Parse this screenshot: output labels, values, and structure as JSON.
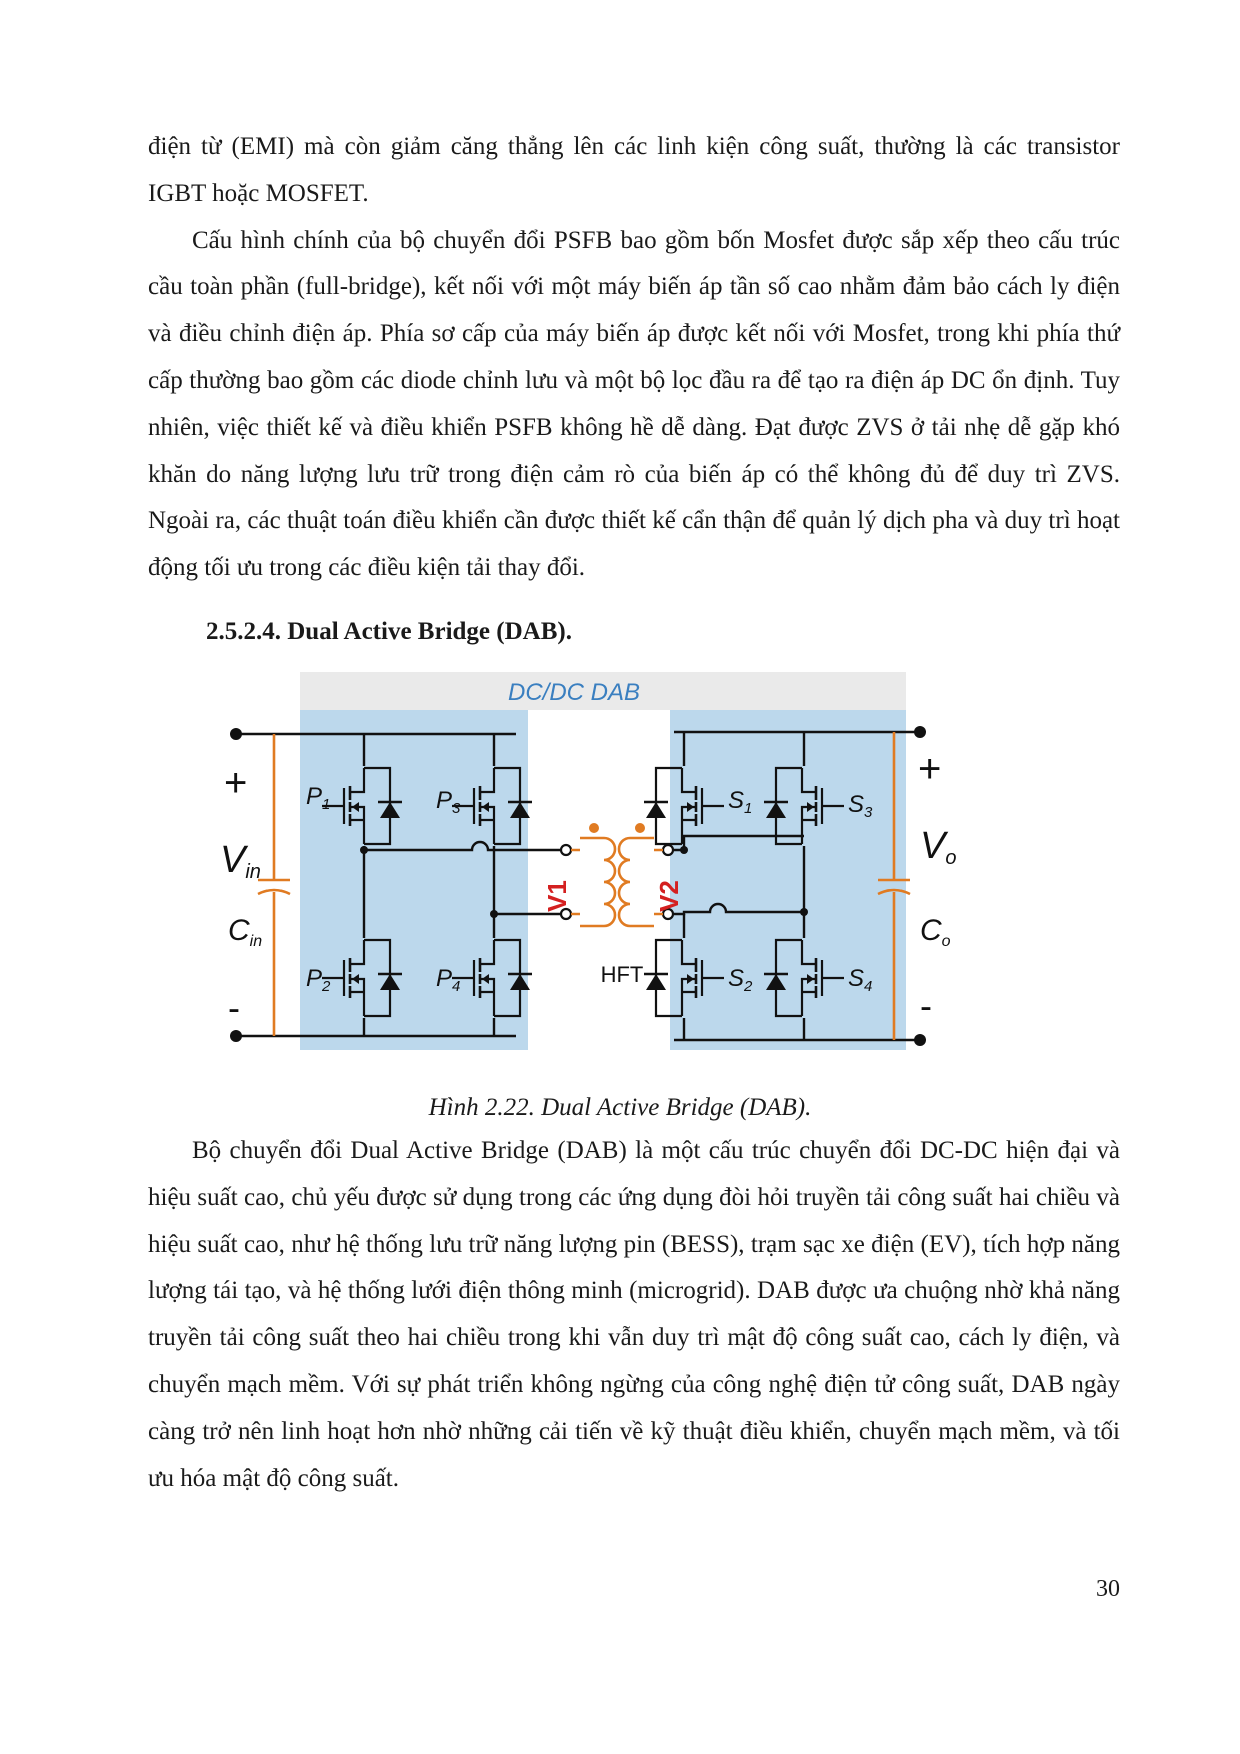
{
  "paragraphs_top": [
    "điện từ (EMI) mà còn giảm căng thẳng lên các linh kiện công suất, thường là các transistor IGBT hoặc MOSFET.",
    "Cấu hình chính của bộ chuyển đổi PSFB bao gồm bốn Mosfet được sắp xếp theo cấu trúc cầu toàn phần (full-bridge), kết nối với một máy biến áp tần số cao nhằm đảm bảo cách ly điện và điều chỉnh điện áp. Phía sơ cấp của máy biến áp được kết nối với Mosfet, trong khi phía thứ cấp thường bao gồm các diode chỉnh lưu và một bộ lọc đầu ra để tạo ra điện áp DC ổn định. Tuy nhiên, việc thiết kế và điều khiển PSFB không hề dễ dàng. Đạt được ZVS ở tải nhẹ dễ gặp khó khăn do năng lượng lưu trữ trong điện cảm rò của biến áp có thể không đủ để duy trì ZVS. Ngoài ra, các thuật toán điều khiển cần được thiết kế cẩn thận để quản lý dịch pha và duy trì hoạt động tối ưu trong các điều kiện tải thay đổi."
  ],
  "section_heading": "2.5.2.4. Dual Active Bridge (DAB).",
  "figure": {
    "title": "DC/DC DAB",
    "left_plus": "+",
    "left_minus": "-",
    "right_plus": "+",
    "right_minus": "-",
    "vin": "V",
    "vin_sub": "in",
    "cin": "C",
    "cin_sub": "in",
    "vo": "V",
    "vo_sub": "o",
    "co": "C",
    "co_sub": "o",
    "hft": "HFT",
    "v1": "V1",
    "v2": "V2",
    "switches_primary": [
      {
        "name": "P",
        "sub": "1"
      },
      {
        "name": "P",
        "sub": "3"
      },
      {
        "name": "P",
        "sub": "2"
      },
      {
        "name": "P",
        "sub": "4"
      }
    ],
    "switches_secondary": [
      {
        "name": "S",
        "sub": "1"
      },
      {
        "name": "S",
        "sub": "3"
      },
      {
        "name": "S",
        "sub": "2"
      },
      {
        "name": "S",
        "sub": "4"
      }
    ],
    "colors": {
      "bridge_fill": "#bcd8ec",
      "title_band": "#eaeaea",
      "title_text": "#3a7fc0",
      "capacitor": "#e07b22",
      "transformer_coil": "#e07b22",
      "voltage_label": "#d42020",
      "wire": "#111111"
    }
  },
  "caption": "Hình 2.22. Dual Active Bridge (DAB).",
  "paragraphs_bottom": [
    "Bộ chuyển đổi Dual Active Bridge (DAB) là một cấu trúc chuyển đổi DC-DC hiện đại và hiệu suất cao, chủ yếu được sử dụng trong các ứng dụng đòi hỏi truyền tải công suất hai chiều và hiệu suất cao, như hệ thống lưu trữ năng lượng pin (BESS), trạm sạc xe điện (EV), tích hợp năng lượng tái tạo, và hệ thống lưới điện thông minh (microgrid). DAB được ưa chuộng nhờ khả năng truyền tải công suất theo hai chiều trong khi vẫn duy trì mật độ công suất cao, cách ly điện, và chuyển mạch mềm. Với sự phát triển không ngừng của công nghệ điện tử công suất, DAB ngày càng trở nên linh hoạt hơn nhờ những cải tiến về kỹ thuật điều khiển, chuyển mạch mềm, và tối ưu hóa mật độ công suất."
  ],
  "page_number": "30"
}
